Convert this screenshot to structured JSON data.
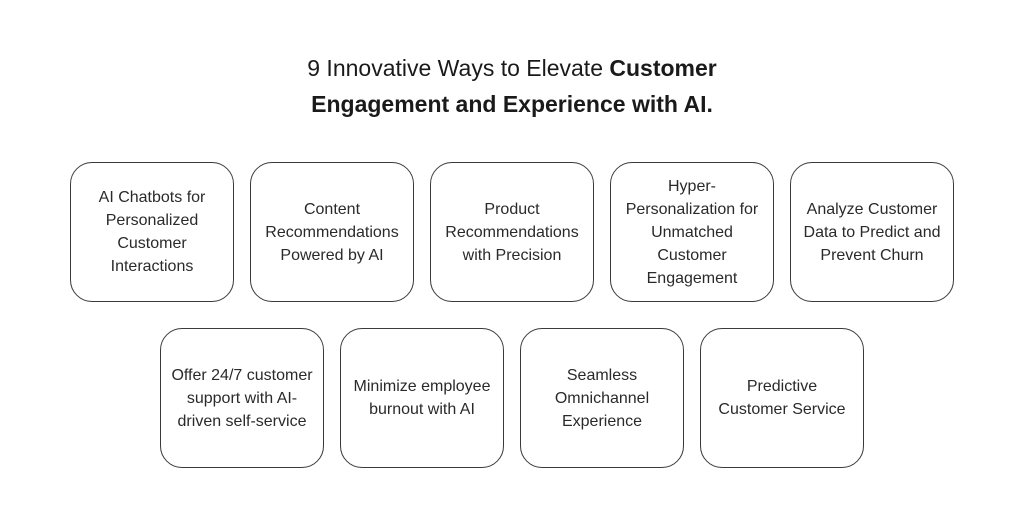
{
  "title": {
    "line1_regular": "9 Innovative Ways to Elevate ",
    "line1_bold": "Customer",
    "line2_bold": "Engagement and Experience with AI."
  },
  "cards": [
    {
      "label": "AI Chatbots for Personalized Customer Interactions"
    },
    {
      "label": "Content Recommendations Powered by AI"
    },
    {
      "label": "Product Recommendations with Precision"
    },
    {
      "label": "Hyper-Personalization for Unmatched Customer Engagement"
    },
    {
      "label": "Analyze Customer Data to Predict and Prevent Churn"
    },
    {
      "label": "Offer 24/7 customer support with AI-driven self-service"
    },
    {
      "label": "Minimize employee burnout with AI"
    },
    {
      "label": "Seamless Omnichannel Experience"
    },
    {
      "label": "Predictive Customer Service"
    }
  ]
}
